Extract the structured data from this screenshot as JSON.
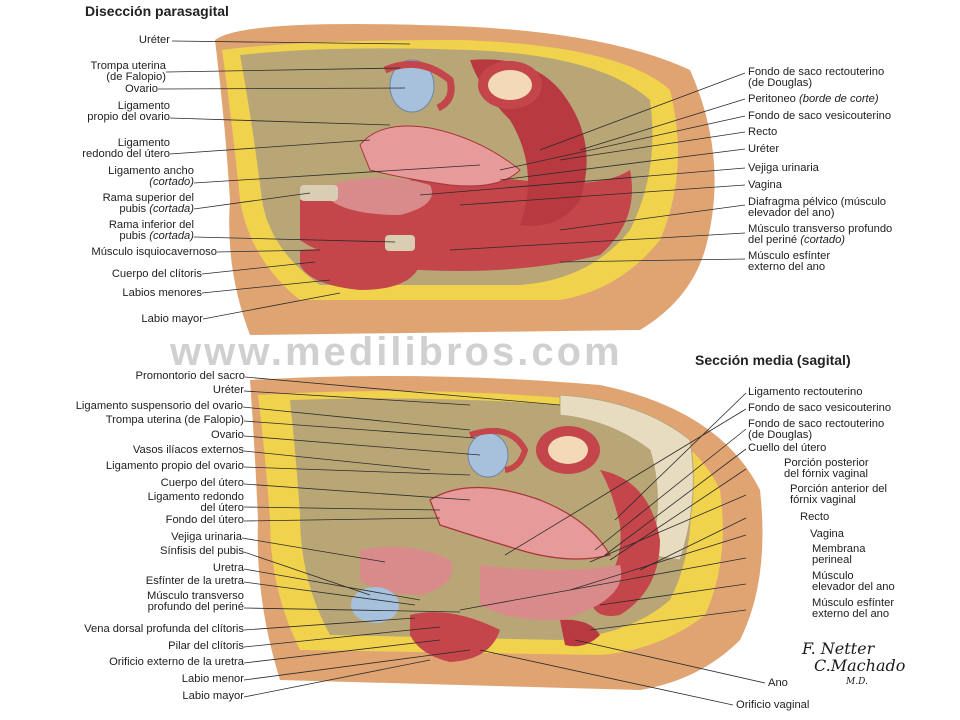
{
  "top": {
    "title": "Disección parasagital",
    "left_labels": [
      {
        "id": "ureter",
        "text": "Uréter"
      },
      {
        "id": "trompa",
        "text": "Trompa uterina\n(de Falopio)"
      },
      {
        "id": "ovario",
        "text": "Ovario"
      },
      {
        "id": "lig-propio",
        "text": "Ligamento\npropio del ovario"
      },
      {
        "id": "lig-redondo",
        "text": "Ligamento\nredondo del útero"
      },
      {
        "id": "lig-ancho",
        "text": "Ligamento ancho",
        "em": "(cortado)"
      },
      {
        "id": "rama-sup",
        "text": "Rama superior del\npubis",
        "em": "(cortada)"
      },
      {
        "id": "rama-inf",
        "text": "Rama inferior del\npubis",
        "em": "(cortada)"
      },
      {
        "id": "isquio",
        "text": "Músculo isquiocavernoso"
      },
      {
        "id": "clitoris",
        "text": "Cuerpo del clítoris"
      },
      {
        "id": "lab-menores",
        "text": "Labios menores"
      },
      {
        "id": "lab-mayor",
        "text": "Labio mayor"
      }
    ],
    "right_labels": [
      {
        "id": "douglas",
        "text": "Fondo de saco rectouterino\n(de Douglas)"
      },
      {
        "id": "peritoneo",
        "text": "Peritoneo",
        "em": "(borde de corte)"
      },
      {
        "id": "vesicout",
        "text": "Fondo de saco vesicouterino"
      },
      {
        "id": "recto",
        "text": "Recto"
      },
      {
        "id": "ureter-r",
        "text": "Uréter"
      },
      {
        "id": "vejiga",
        "text": "Vejiga urinaria"
      },
      {
        "id": "vagina",
        "text": "Vagina"
      },
      {
        "id": "diafragma",
        "text": "Diafragma pélvico (músculo\nelevador del ano)"
      },
      {
        "id": "transverso",
        "text": "Músculo transverso profundo\ndel periné",
        "em": "(cortado)"
      },
      {
        "id": "esfinter",
        "text": "Músculo esfínter\nexterno del ano"
      }
    ]
  },
  "bottom": {
    "title": "Sección media (sagital)",
    "left_labels": [
      {
        "id": "promontorio",
        "text": "Promontorio del sacro"
      },
      {
        "id": "ureter-b",
        "text": "Uréter"
      },
      {
        "id": "lig-susp",
        "text": "Ligamento suspensorio del ovario"
      },
      {
        "id": "trompa-b",
        "text": "Trompa uterina (de Falopio)"
      },
      {
        "id": "ovario-b",
        "text": "Ovario"
      },
      {
        "id": "vasos",
        "text": "Vasos ilíacos externos"
      },
      {
        "id": "lig-propio-b",
        "text": "Ligamento propio del ovario"
      },
      {
        "id": "cuerpo-utero",
        "text": "Cuerpo del útero"
      },
      {
        "id": "lig-redondo-b",
        "text": "Ligamento redondo\ndel útero"
      },
      {
        "id": "fondo-utero",
        "text": "Fondo del útero"
      },
      {
        "id": "vejiga-b",
        "text": "Vejiga urinaria"
      },
      {
        "id": "sinfisis",
        "text": "Sínfisis del pubis"
      },
      {
        "id": "uretra",
        "text": "Uretra"
      },
      {
        "id": "esf-uretra",
        "text": "Esfínter de la uretra"
      },
      {
        "id": "transverso-b",
        "text": "Músculo transverso\nprofundo del periné"
      },
      {
        "id": "vena-dorsal",
        "text": "Vena dorsal profunda del clítoris"
      },
      {
        "id": "pilar",
        "text": "Pilar del clítoris"
      },
      {
        "id": "orificio-uretra",
        "text": "Orificio externo de la uretra"
      },
      {
        "id": "lab-menor-b",
        "text": "Labio menor"
      },
      {
        "id": "lab-mayor-b",
        "text": "Labio mayor"
      }
    ],
    "right_labels": [
      {
        "id": "lig-rectout",
        "text": "Ligamento rectouterino"
      },
      {
        "id": "vesicout-b",
        "text": "Fondo de saco vesicouterino"
      },
      {
        "id": "douglas-b",
        "text": "Fondo de saco rectouterino\n(de Douglas)"
      },
      {
        "id": "cuello",
        "text": "Cuello del útero"
      },
      {
        "id": "fornix-post",
        "text": "Porción posterior\ndel fórnix vaginal"
      },
      {
        "id": "fornix-ant",
        "text": "Porción anterior del\nfórnix vaginal"
      },
      {
        "id": "recto-b",
        "text": "Recto"
      },
      {
        "id": "vagina-b",
        "text": "Vagina"
      },
      {
        "id": "membrana",
        "text": "Membrana\nperineal"
      },
      {
        "id": "elevador",
        "text": "Músculo\nelevador del ano"
      },
      {
        "id": "esfinter-b",
        "text": "Músculo esfínter\nexterno del ano"
      },
      {
        "id": "ano",
        "text": "Ano"
      },
      {
        "id": "orificio-vag",
        "text": "Orificio vaginal"
      }
    ]
  },
  "watermark": "www.medilibros.com",
  "signature": {
    "line1": "F. Netter",
    "line2": "C.Machado",
    "line3": "M.D."
  },
  "colors": {
    "skin": "#e0a473",
    "fat": "#f0d24c",
    "muscle": "#c4454a",
    "organ": "#e79a9a",
    "peritoneum": "#b9a676"
  }
}
